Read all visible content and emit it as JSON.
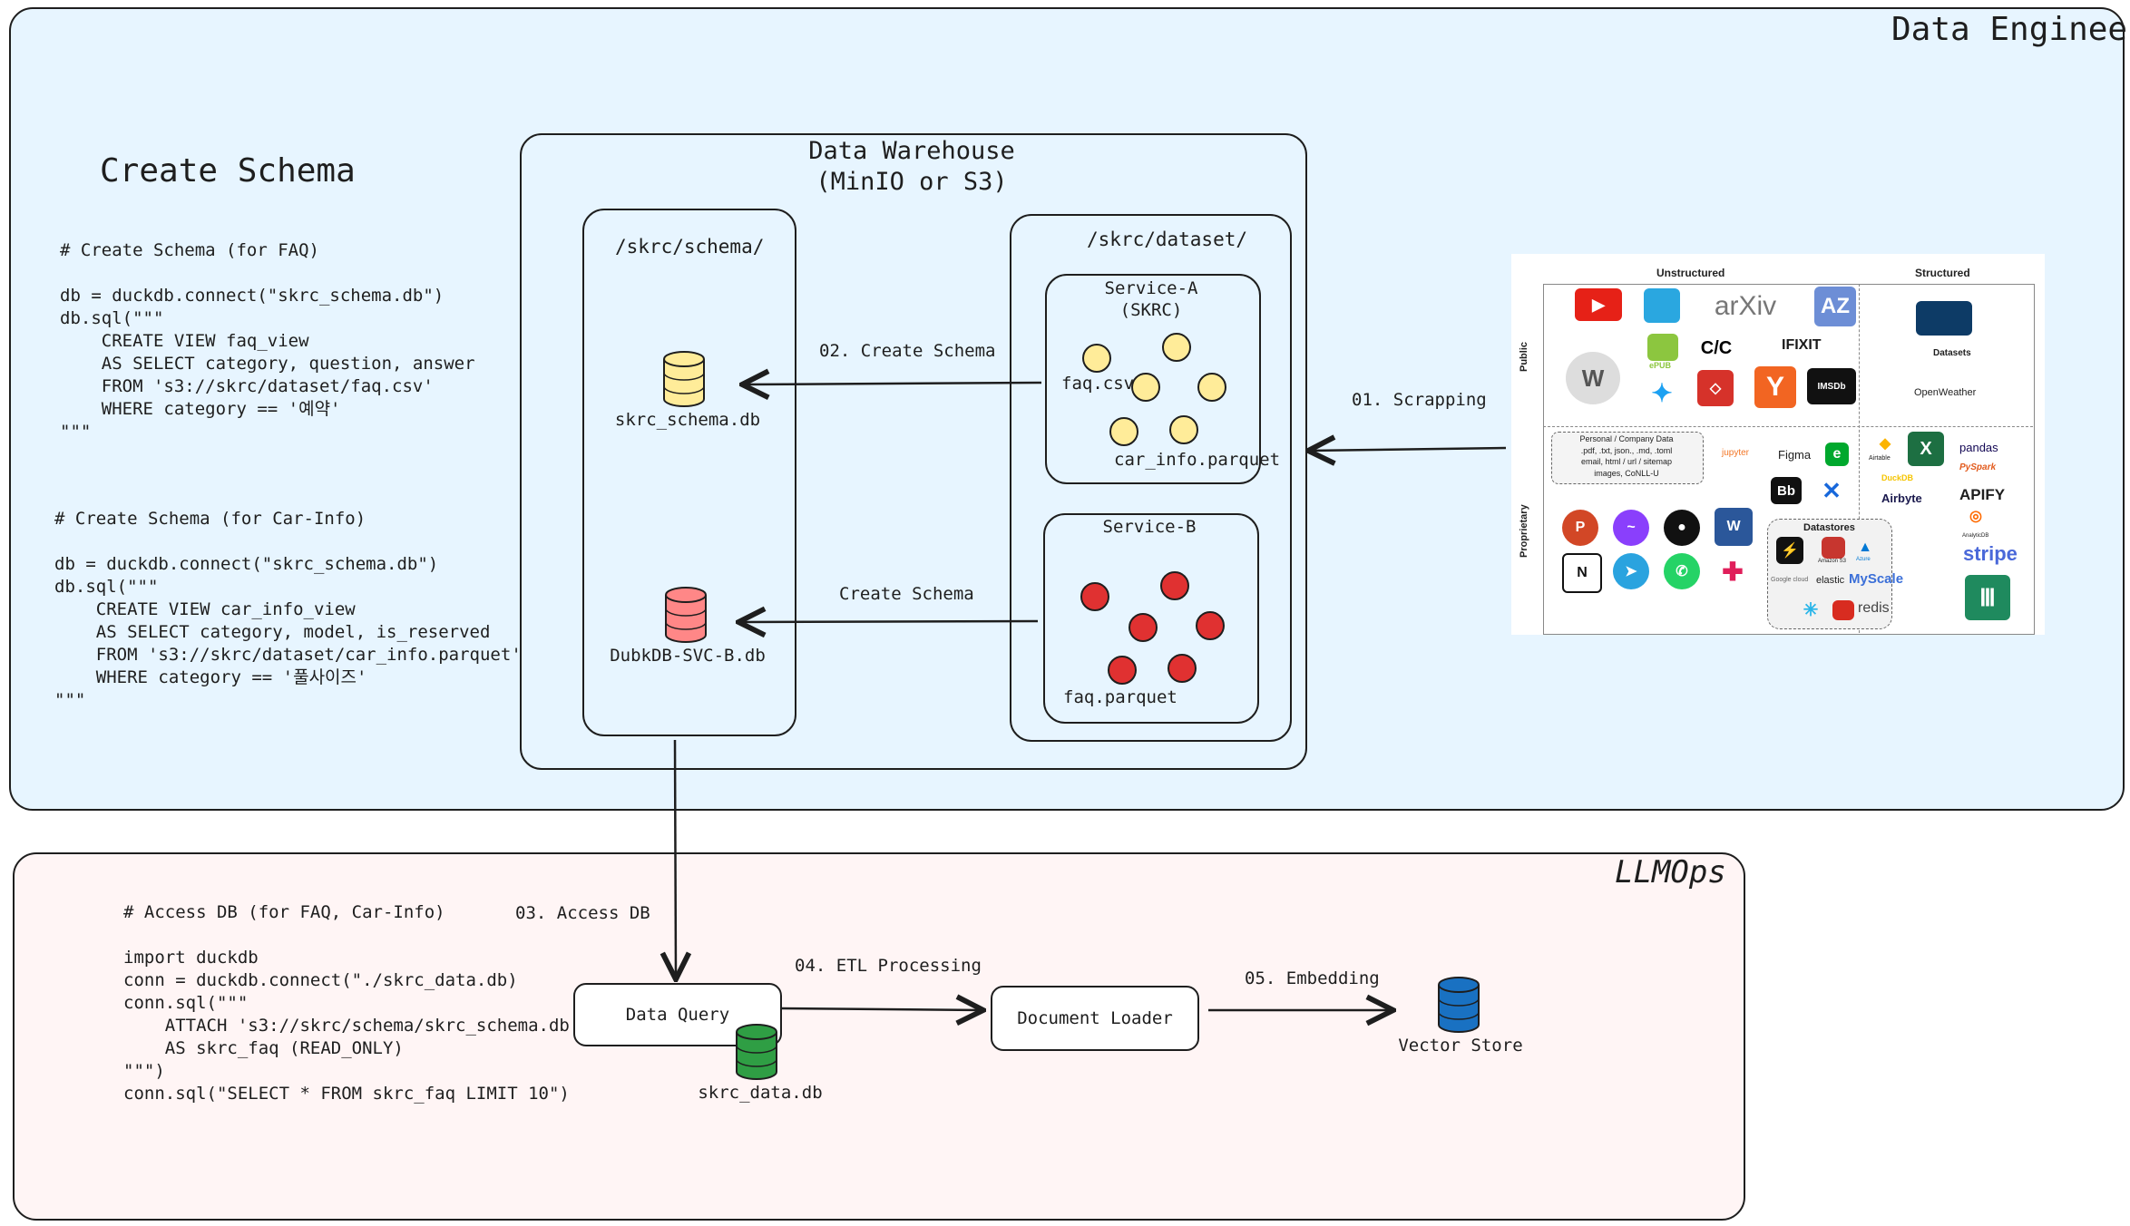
{
  "colors": {
    "engineer_bg": "#e7f5ff",
    "llmops_bg": "#fff5f5",
    "stroke": "#1e1e1e",
    "yellow": "#ffec99",
    "red": "#e03131",
    "green": "#2f9e44",
    "blue": "#1971c2"
  },
  "engineer": {
    "title": "Data Engineer",
    "create_schema_title": "Create Schema",
    "code_faq": "# Create Schema (for FAQ)\n\ndb = duckdb.connect(\"skrc_schema.db\")\ndb.sql(\"\"\"\n    CREATE VIEW faq_view\n    AS SELECT category, question, answer\n    FROM 's3://skrc/dataset/faq.csv'\n    WHERE category == '예약'\n\"\"\"",
    "code_car": "# Create Schema (for Car-Info)\n\ndb = duckdb.connect(\"skrc_schema.db\")\ndb.sql(\"\"\"\n    CREATE VIEW car_info_view\n    AS SELECT category, model, is_reserved\n    FROM 's3://skrc/dataset/car_info.parquet'\n    WHERE category == '풀사이즈'\n\"\"\"",
    "warehouse_title": "Data Warehouse\n(MinIO or S3)",
    "schema_folder": "/skrc/schema/",
    "dataset_folder": "/skrc/dataset/",
    "service_a": "Service-A\n(SKRC)",
    "service_b": "Service-B",
    "faq_csv": "faq.csv",
    "car_info_parquet": "car_info.parquet",
    "faq_parquet": "faq.parquet",
    "db_schema": "skrc_schema.db",
    "db_svc_b": "DubkDB-SVC-B.db",
    "arrow_create_schema_1": "02. Create Schema",
    "arrow_create_schema_2": "Create Schema",
    "arrow_scrapping": "01. Scrapping"
  },
  "sources": {
    "unstructured": "Unstructured",
    "structured": "Structured",
    "public": "Public",
    "proprietary": "Proprietary",
    "personal_note": "Personal / Company Data\n.pdf, .txt, json., .md, .toml\nemail, html / url / sitemap\nimages, CoNLL-U",
    "datastores": "Datastores",
    "logos": {
      "youtube": "▶",
      "arxiv": "arXiv",
      "az": "AZ",
      "epub": "ePUB",
      "cc": "C/C",
      "ifixit": "IFIXIT",
      "imsdb": "IMSDb",
      "y": "Y",
      "datasets": "Datasets",
      "openweather": "OpenWeather",
      "jupyter": "jupyter",
      "figma": "Figma",
      "pandas": "pandas",
      "pyspark": "PySpark",
      "airtable": "Airtable",
      "duckdb": "DuckDB",
      "airbyte": "Airbyte",
      "apify": "APIFY",
      "analyticdb": "AnalyticDB",
      "stripe": "stripe",
      "mysale": "MyScale",
      "redis": "redis",
      "elastic": "elastic",
      "amazon_s3": "Amazon S3",
      "azure": "Azure",
      "google_cloud": "Google cloud",
      "bb": "Bb"
    }
  },
  "llmops": {
    "title": "LLMOps",
    "code_access": "# Access DB (for FAQ, Car-Info)\n\nimport duckdb\nconn = duckdb.connect(\"./skrc_data.db)\nconn.sql(\"\"\"\n    ATTACH 's3://skrc/schema/skrc_schema.db\n    AS skrc_faq (READ_ONLY)\n\"\"\")\nconn.sql(\"SELECT * FROM skrc_faq LIMIT 10\")",
    "arrow_access_db": "03. Access DB",
    "data_query": "Data Query",
    "skrc_data_db": "skrc_data.db",
    "arrow_etl": "04. ETL Processing",
    "document_loader": "Document Loader",
    "arrow_embedding": "05. Embedding",
    "vector_store": "Vector Store"
  }
}
